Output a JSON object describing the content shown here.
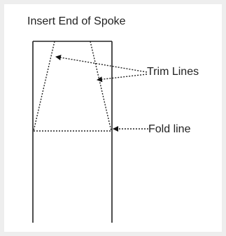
{
  "diagram": {
    "title": "Insert End of Spoke",
    "labels": {
      "trim_lines": "Trim Lines",
      "fold_line": "Fold line"
    }
  }
}
